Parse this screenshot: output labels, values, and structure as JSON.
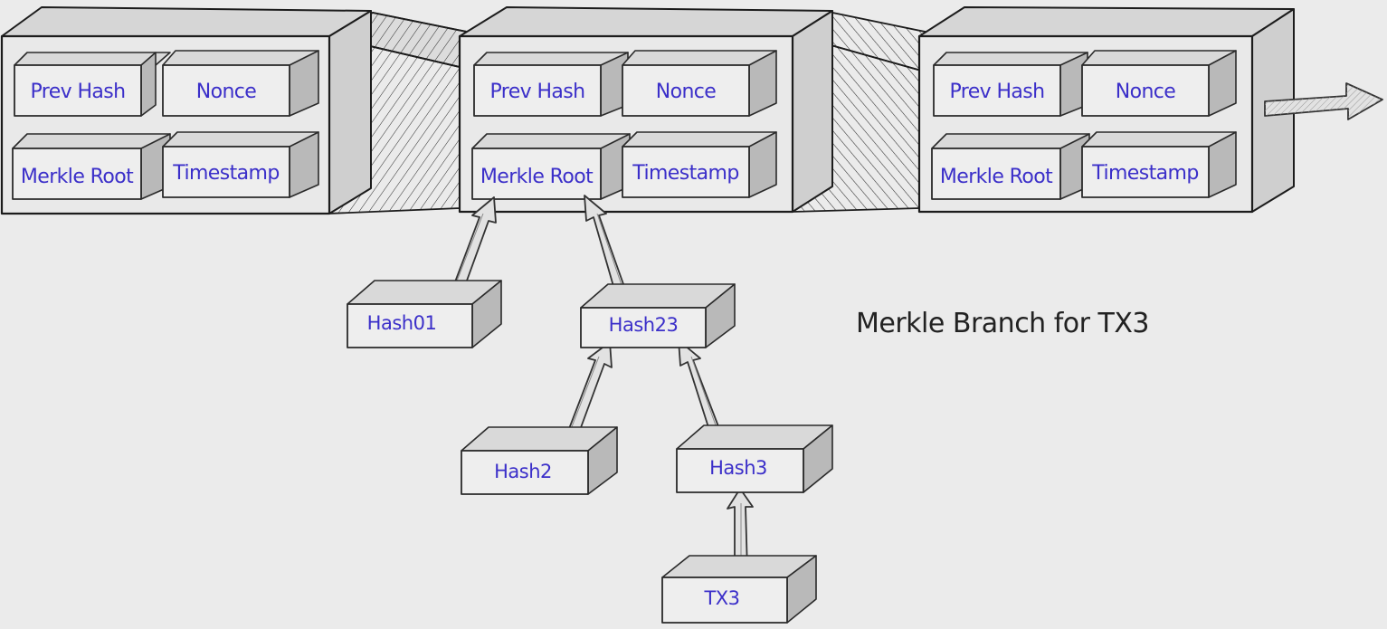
{
  "diagram": {
    "blocks": [
      {
        "prev_hash": "Prev Hash",
        "nonce": "Nonce",
        "merkle_root": "Merkle Root",
        "timestamp": "Timestamp"
      },
      {
        "prev_hash": "Prev Hash",
        "nonce": "Nonce",
        "merkle_root": "Merkle Root",
        "timestamp": "Timestamp"
      },
      {
        "prev_hash": "Prev Hash",
        "nonce": "Nonce",
        "merkle_root": "Merkle Root",
        "timestamp": "Timestamp"
      }
    ],
    "nodes": {
      "hash01": "Hash01",
      "hash23": "Hash23",
      "hash2": "Hash2",
      "hash3": "Hash3",
      "tx3": "TX3"
    },
    "caption": "Merkle Branch for TX3",
    "colors": {
      "label_text": "#3b2fc9",
      "caption_text": "#222222",
      "background": "#ebebeb"
    }
  }
}
